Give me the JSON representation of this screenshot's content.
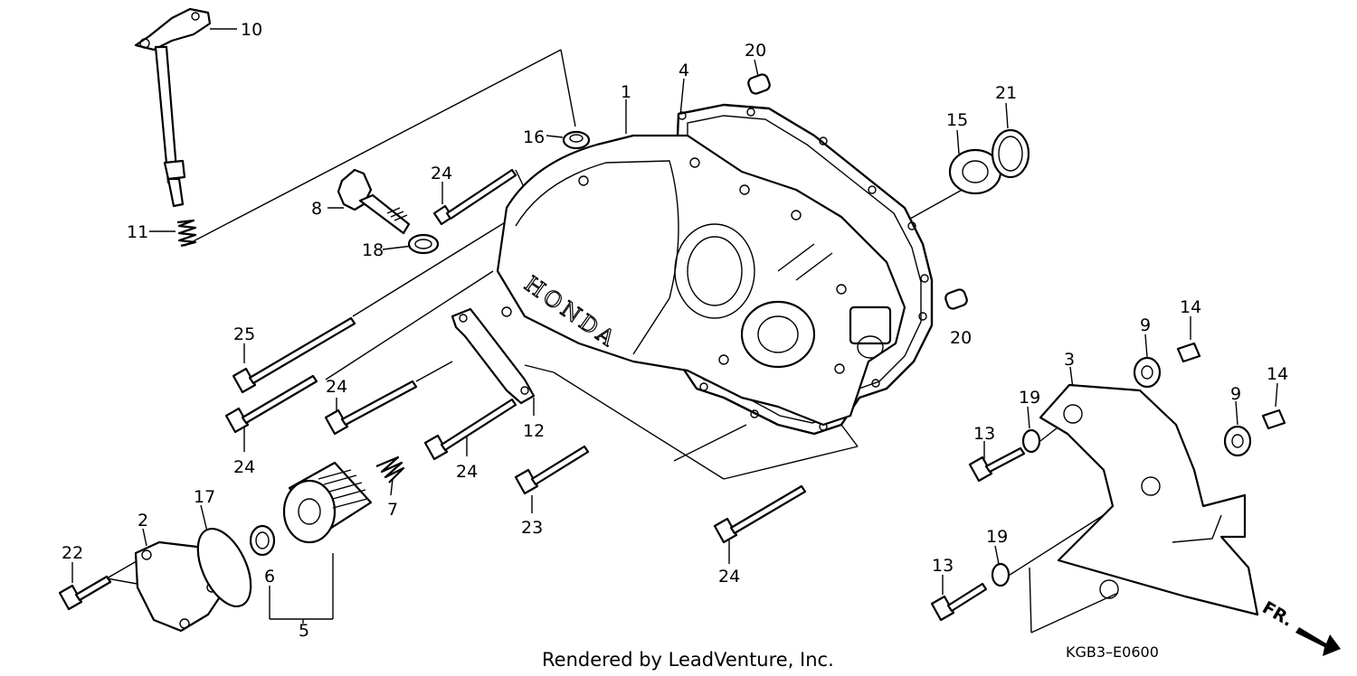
{
  "diagram": {
    "labels": {
      "p1": "1",
      "p2": "2",
      "p3": "3",
      "p4": "4",
      "p5": "5",
      "p6": "6",
      "p7": "7",
      "p8": "8",
      "p9a": "9",
      "p9b": "9",
      "p10": "10",
      "p11": "11",
      "p12": "12",
      "p13a": "13",
      "p13b": "13",
      "p14a": "14",
      "p14b": "14",
      "p15": "15",
      "p16": "16",
      "p17": "17",
      "p18": "18",
      "p19a": "19",
      "p19b": "19",
      "p20a": "20",
      "p20b": "20",
      "p21": "21",
      "p22": "22",
      "p23": "23",
      "p24a": "24",
      "p24b": "24",
      "p24c": "24",
      "p24d": "24",
      "p24e": "24",
      "p25": "25"
    },
    "cover_logo": "HONDA",
    "direction_marker": "FR.",
    "credit": "Rendered by LeadVenture, Inc.",
    "drawing_code": "KGB3–E0600"
  },
  "icons": {
    "direction_arrow": "arrow-down-right-icon"
  },
  "colors": {
    "ink": "#000000",
    "paper": "#ffffff"
  }
}
